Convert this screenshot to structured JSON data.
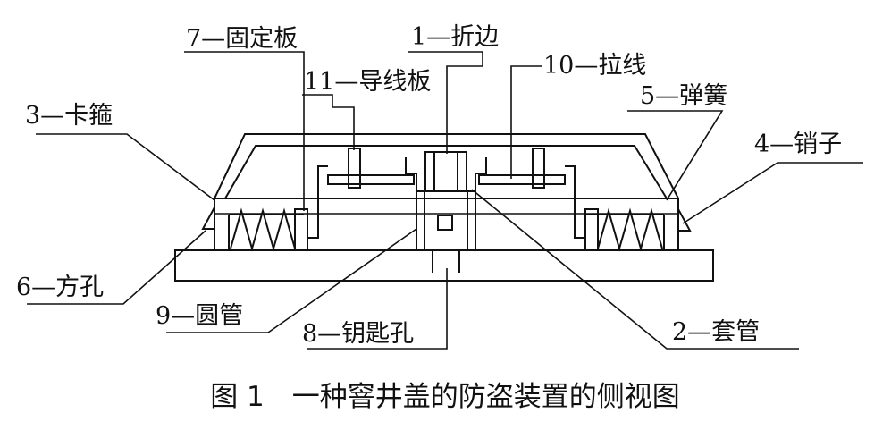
{
  "labels": {
    "fixing_plate": "7—固定板",
    "hem": "1—折边",
    "guide_plate": "11—导线板",
    "pull_wire": "10—拉线",
    "clamp": "3—卡箍",
    "spring": "5—弹簧",
    "pin": "4—销子",
    "square_hole": "6—方孔",
    "round_tube": "9—圆管",
    "keyhole": "8—钥匙孔",
    "sleeve": "2—套管"
  },
  "caption": "图 1　一种窨井盖的防盗装置的侧视图"
}
